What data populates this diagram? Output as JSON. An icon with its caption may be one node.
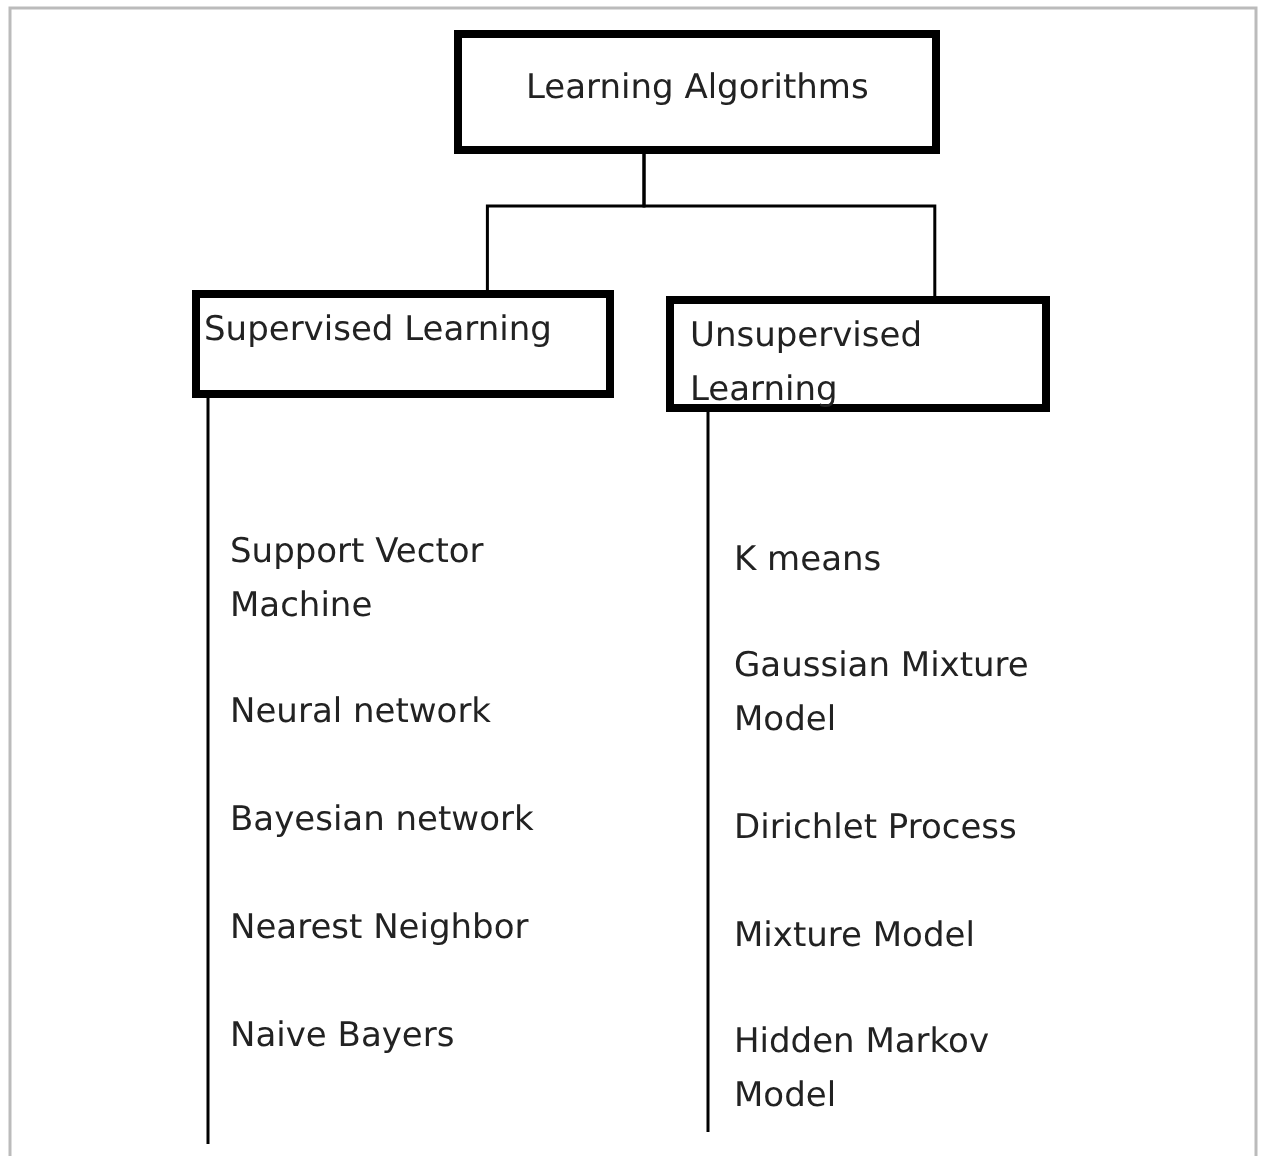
{
  "diagram": {
    "nodes": [
      {
        "text": [
          "Learning Algorithms"
        ]
      },
      {
        "text": [
          "Supervised Learning"
        ]
      },
      {
        "text": [
          "Unsupervised Learning"
        ]
      }
    ],
    "edges": [
      {
        "from": 0,
        "to": 1,
        "arrow": "none"
      },
      {
        "from": 0,
        "to": 2,
        "arrow": "none"
      }
    ],
    "labels": [
      "Support Vector Machine",
      "Neural network",
      "Bayesian network",
      "Nearest Neighbor",
      "Naive Bayers",
      "K means",
      "Gaussian Mixture Model",
      "Dirichlet Process",
      "Mixture Model",
      "Hidden Markov Model"
    ]
  }
}
